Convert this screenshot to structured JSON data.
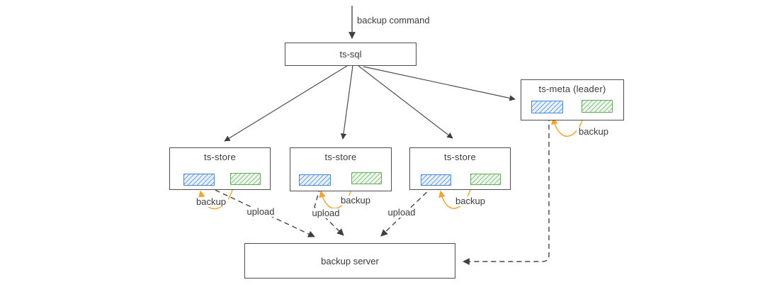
{
  "diagram": {
    "command_label": "backup command",
    "nodes": {
      "ts_sql": {
        "label": "ts-sql"
      },
      "ts_meta": {
        "label": "ts-meta (leader)"
      },
      "stores": [
        {
          "label": "ts-store"
        },
        {
          "label": "ts-store"
        },
        {
          "label": "ts-store"
        }
      ],
      "backup_server": {
        "label": "backup server"
      }
    },
    "labels": {
      "backup": [
        "backup",
        "backup",
        "backup",
        "backup"
      ],
      "upload": [
        "upload",
        "upload",
        "upload"
      ]
    },
    "colors": {
      "line": "#4d4d4d",
      "orange_accent": "#f2a434",
      "blue_block_border": "#4a86d8",
      "blue_block_fill": "#e9f1fc",
      "green_block_border": "#66a95f",
      "green_block_fill": "#eef7ed"
    }
  }
}
